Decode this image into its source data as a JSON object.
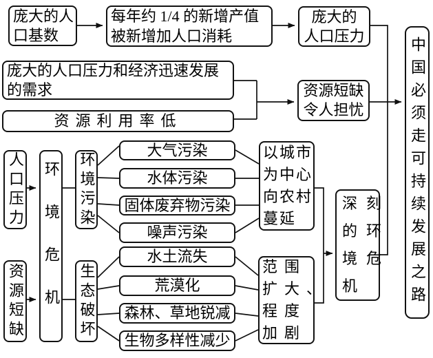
{
  "diagram": {
    "title_hint": "flowchart",
    "colors": {
      "line": "#111111",
      "background": "#ffffff",
      "text": "#000000"
    },
    "nodes": {
      "population_base": {
        "text": "庞大的人\n口基数"
      },
      "output_consumed": {
        "text": "每年约 1/4 的新增产值\n被新增加人口消耗"
      },
      "population_pressure": {
        "text": "庞大的\n人口压力"
      },
      "pressure_economic_demand": {
        "text": "庞大的人口压力和经济迅速发展\n的需求"
      },
      "low_resource_utilization": {
        "text": "资源利用率低"
      },
      "resource_shortage_worry": {
        "text": "资源短缺\n令人担忧"
      },
      "population_pressure_side": {
        "text": "人口压力"
      },
      "resource_shortage_side": {
        "text": "资源短缺"
      },
      "environment_crisis": {
        "text": "环境危机"
      },
      "environmental_pollution": {
        "text": "环境污染"
      },
      "ecological_damage": {
        "text": "生态破坏"
      },
      "air_pollution": {
        "text": "大气污染"
      },
      "water_pollution": {
        "text": "水体污染"
      },
      "solid_waste_pollution": {
        "text": "固体废弃物污染"
      },
      "noise_pollution": {
        "text": "噪声污染"
      },
      "urban_spread": {
        "text": "以城市\n为中心\n向农村\n蔓延"
      },
      "soil_erosion": {
        "text": "水土流失"
      },
      "desertification": {
        "text": "荒漠化"
      },
      "forest_grassland_decline": {
        "text": "森林、草地锐减"
      },
      "biodiversity_loss": {
        "text": "生物多样性减少"
      },
      "scope_expand": {
        "text": "范围\n扩大、\n程度\n加剧"
      },
      "profound_crisis": {
        "text": "深刻\n的环\n境危\n机"
      },
      "conclusion": {
        "text": "中国必须走可持续发展之路"
      }
    }
  }
}
